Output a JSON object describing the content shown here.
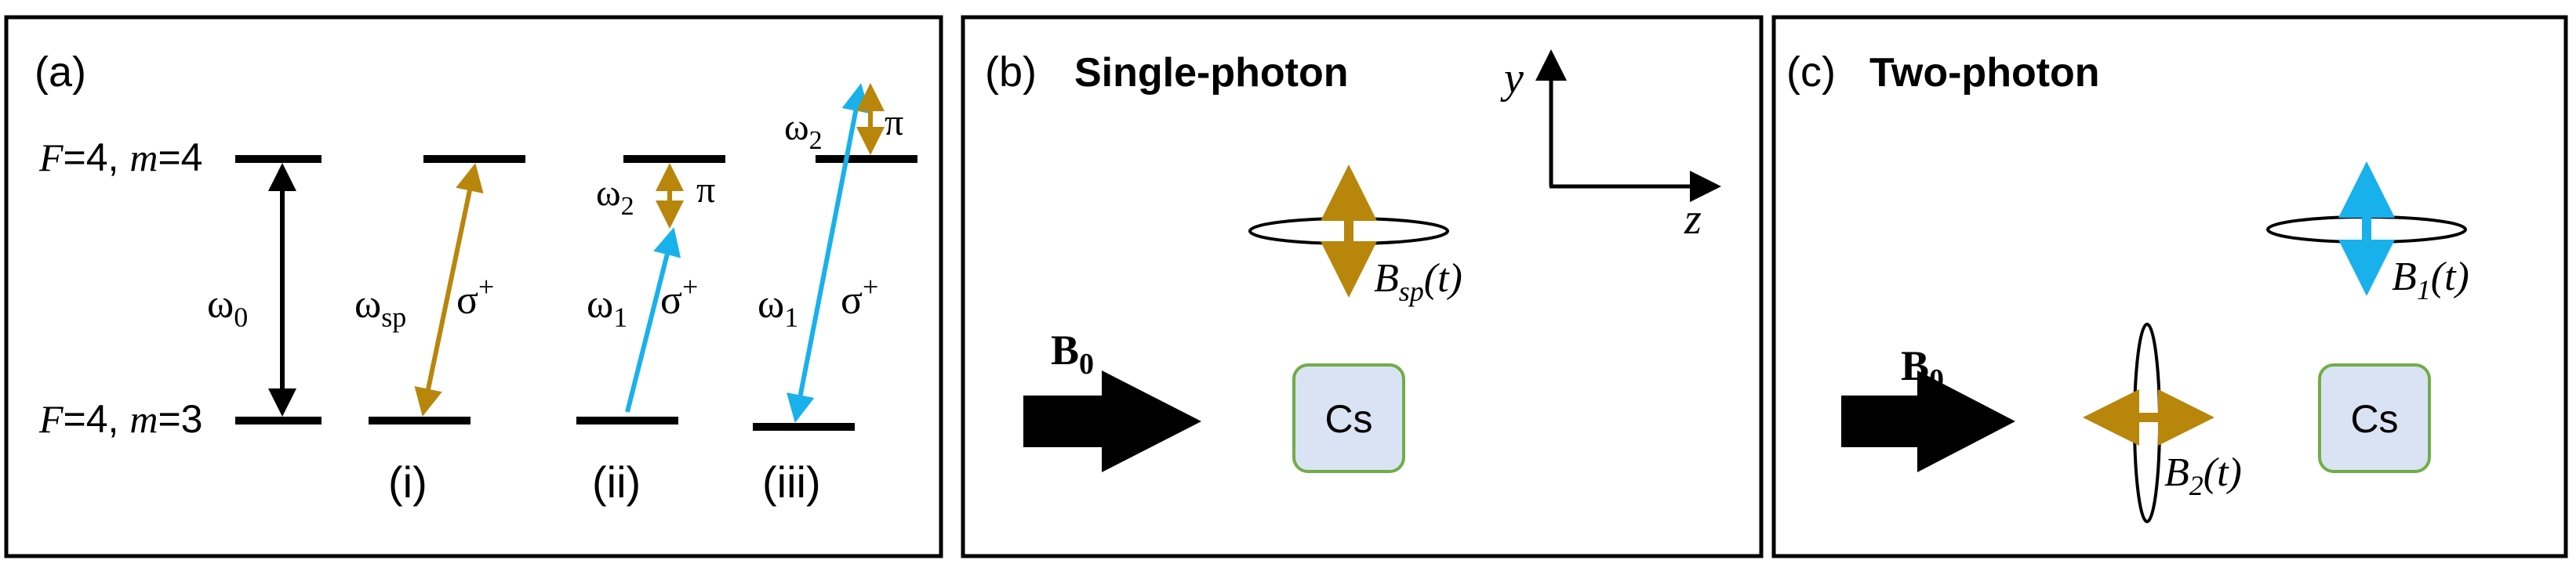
{
  "colors": {
    "gold": "#B8860B",
    "blue": "#18B1EC",
    "black": "#000000",
    "cs_fill": "#DAE3F3",
    "cs_stroke": "#70AD47"
  },
  "panel_a": {
    "tag": "(a)",
    "upper_level": {
      "F": "F",
      "eq1": "=4, ",
      "m": "m",
      "eq2": "=4"
    },
    "lower_level": {
      "F": "F",
      "eq1": "=4, ",
      "m": "m",
      "eq2": "=3"
    },
    "omega0": {
      "sym": "ω",
      "sub": "0"
    },
    "transitions": [
      {
        "label": "(i)",
        "freq": "ω",
        "freq_sub": "sp",
        "pol": "σ",
        "pol_sup": "+"
      },
      {
        "label": "(ii)",
        "freq1": "ω",
        "freq1_sub": "1",
        "pol1": "σ",
        "pol1_sup": "+",
        "freq2": "ω",
        "freq2_sub": "2",
        "pol2": "π"
      },
      {
        "label": "(iii)",
        "freq1": "ω",
        "freq1_sub": "1",
        "pol1": "σ",
        "pol1_sup": "+",
        "freq2": "ω",
        "freq2_sub": "2",
        "pol2": "π"
      }
    ]
  },
  "panel_b": {
    "tag": "(b)",
    "title": "Single-photon",
    "axis_y": "y",
    "axis_z": "z",
    "field": {
      "sym": "B",
      "sub": "sp",
      "arg": "(t)"
    },
    "b0": {
      "sym": "B",
      "sub": "0"
    },
    "cs": "Cs"
  },
  "panel_c": {
    "tag": "(c)",
    "title": "Two-photon",
    "field1": {
      "sym": "B",
      "sub": "1",
      "arg": "(t)"
    },
    "field2": {
      "sym": "B",
      "sub": "2",
      "arg": "(t)"
    },
    "b0": {
      "sym": "B",
      "sub": "0"
    },
    "cs": "Cs"
  }
}
